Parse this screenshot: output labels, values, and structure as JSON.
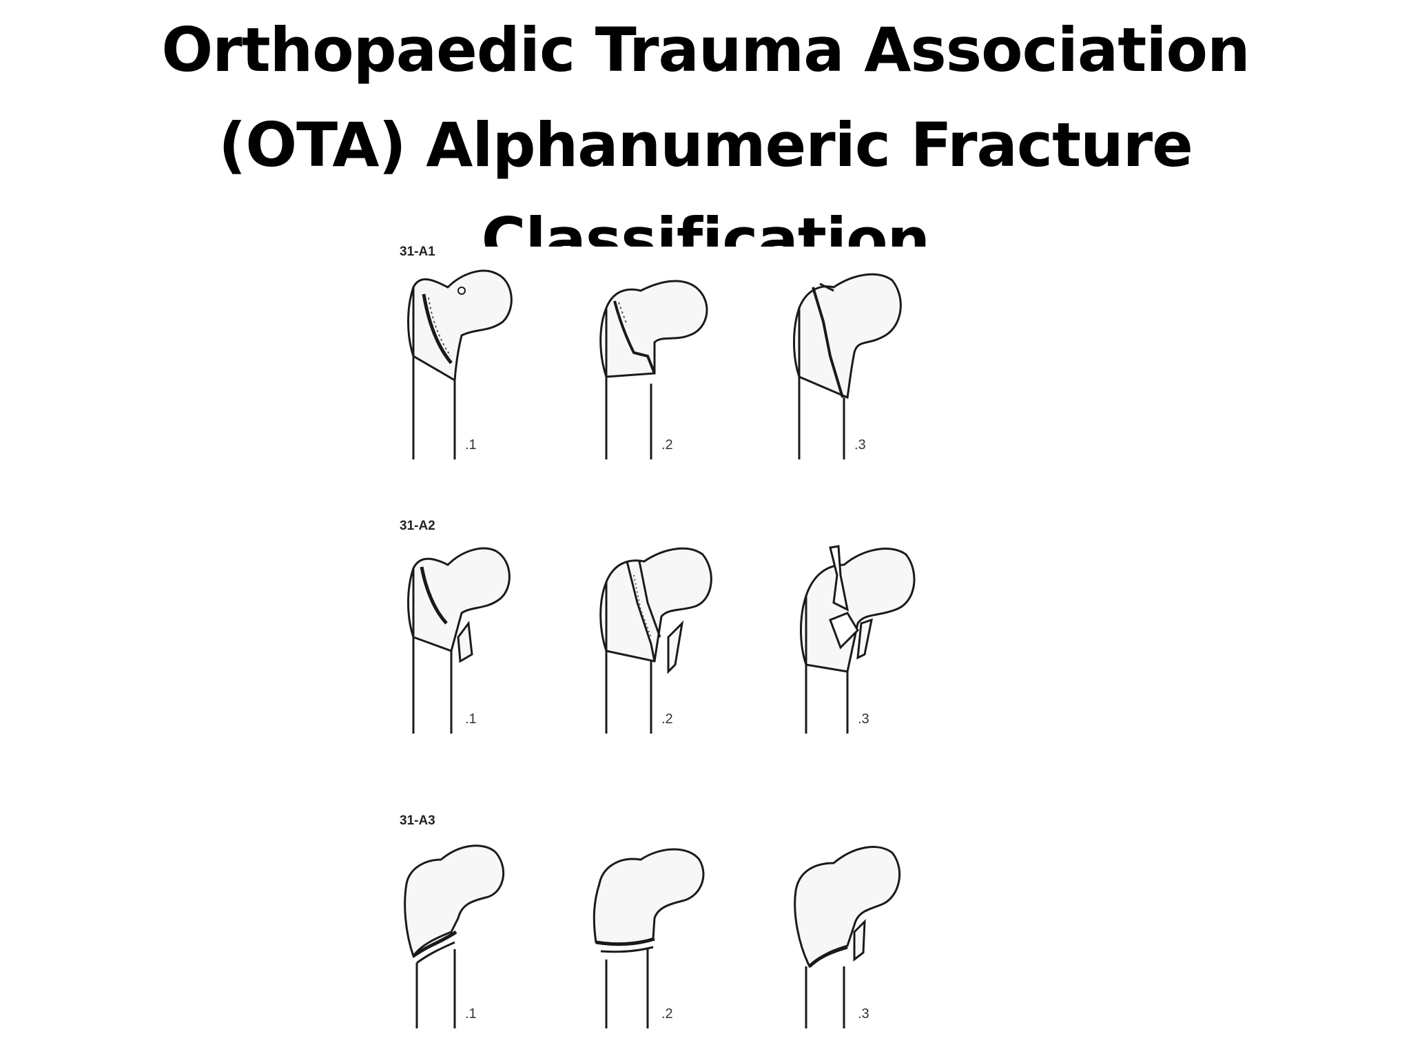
{
  "title": "Orthopaedic Trauma Association (OTA) Alphanumeric Fracture Classification",
  "groups": [
    {
      "label": "31-A1",
      "subtypes": [
        ".1",
        ".2",
        ".3"
      ]
    },
    {
      "label": "31-A2",
      "subtypes": [
        ".1",
        ".2",
        ".3"
      ]
    },
    {
      "label": "31-A3",
      "subtypes": [
        ".1",
        ".2",
        ".3"
      ]
    }
  ],
  "colors": {
    "background": "#ffffff",
    "text": "#000000",
    "line_art": "#1a1a1a",
    "bone_fill": "#f7f7f7"
  },
  "icons": [
    "proximal-femur-illustration"
  ]
}
